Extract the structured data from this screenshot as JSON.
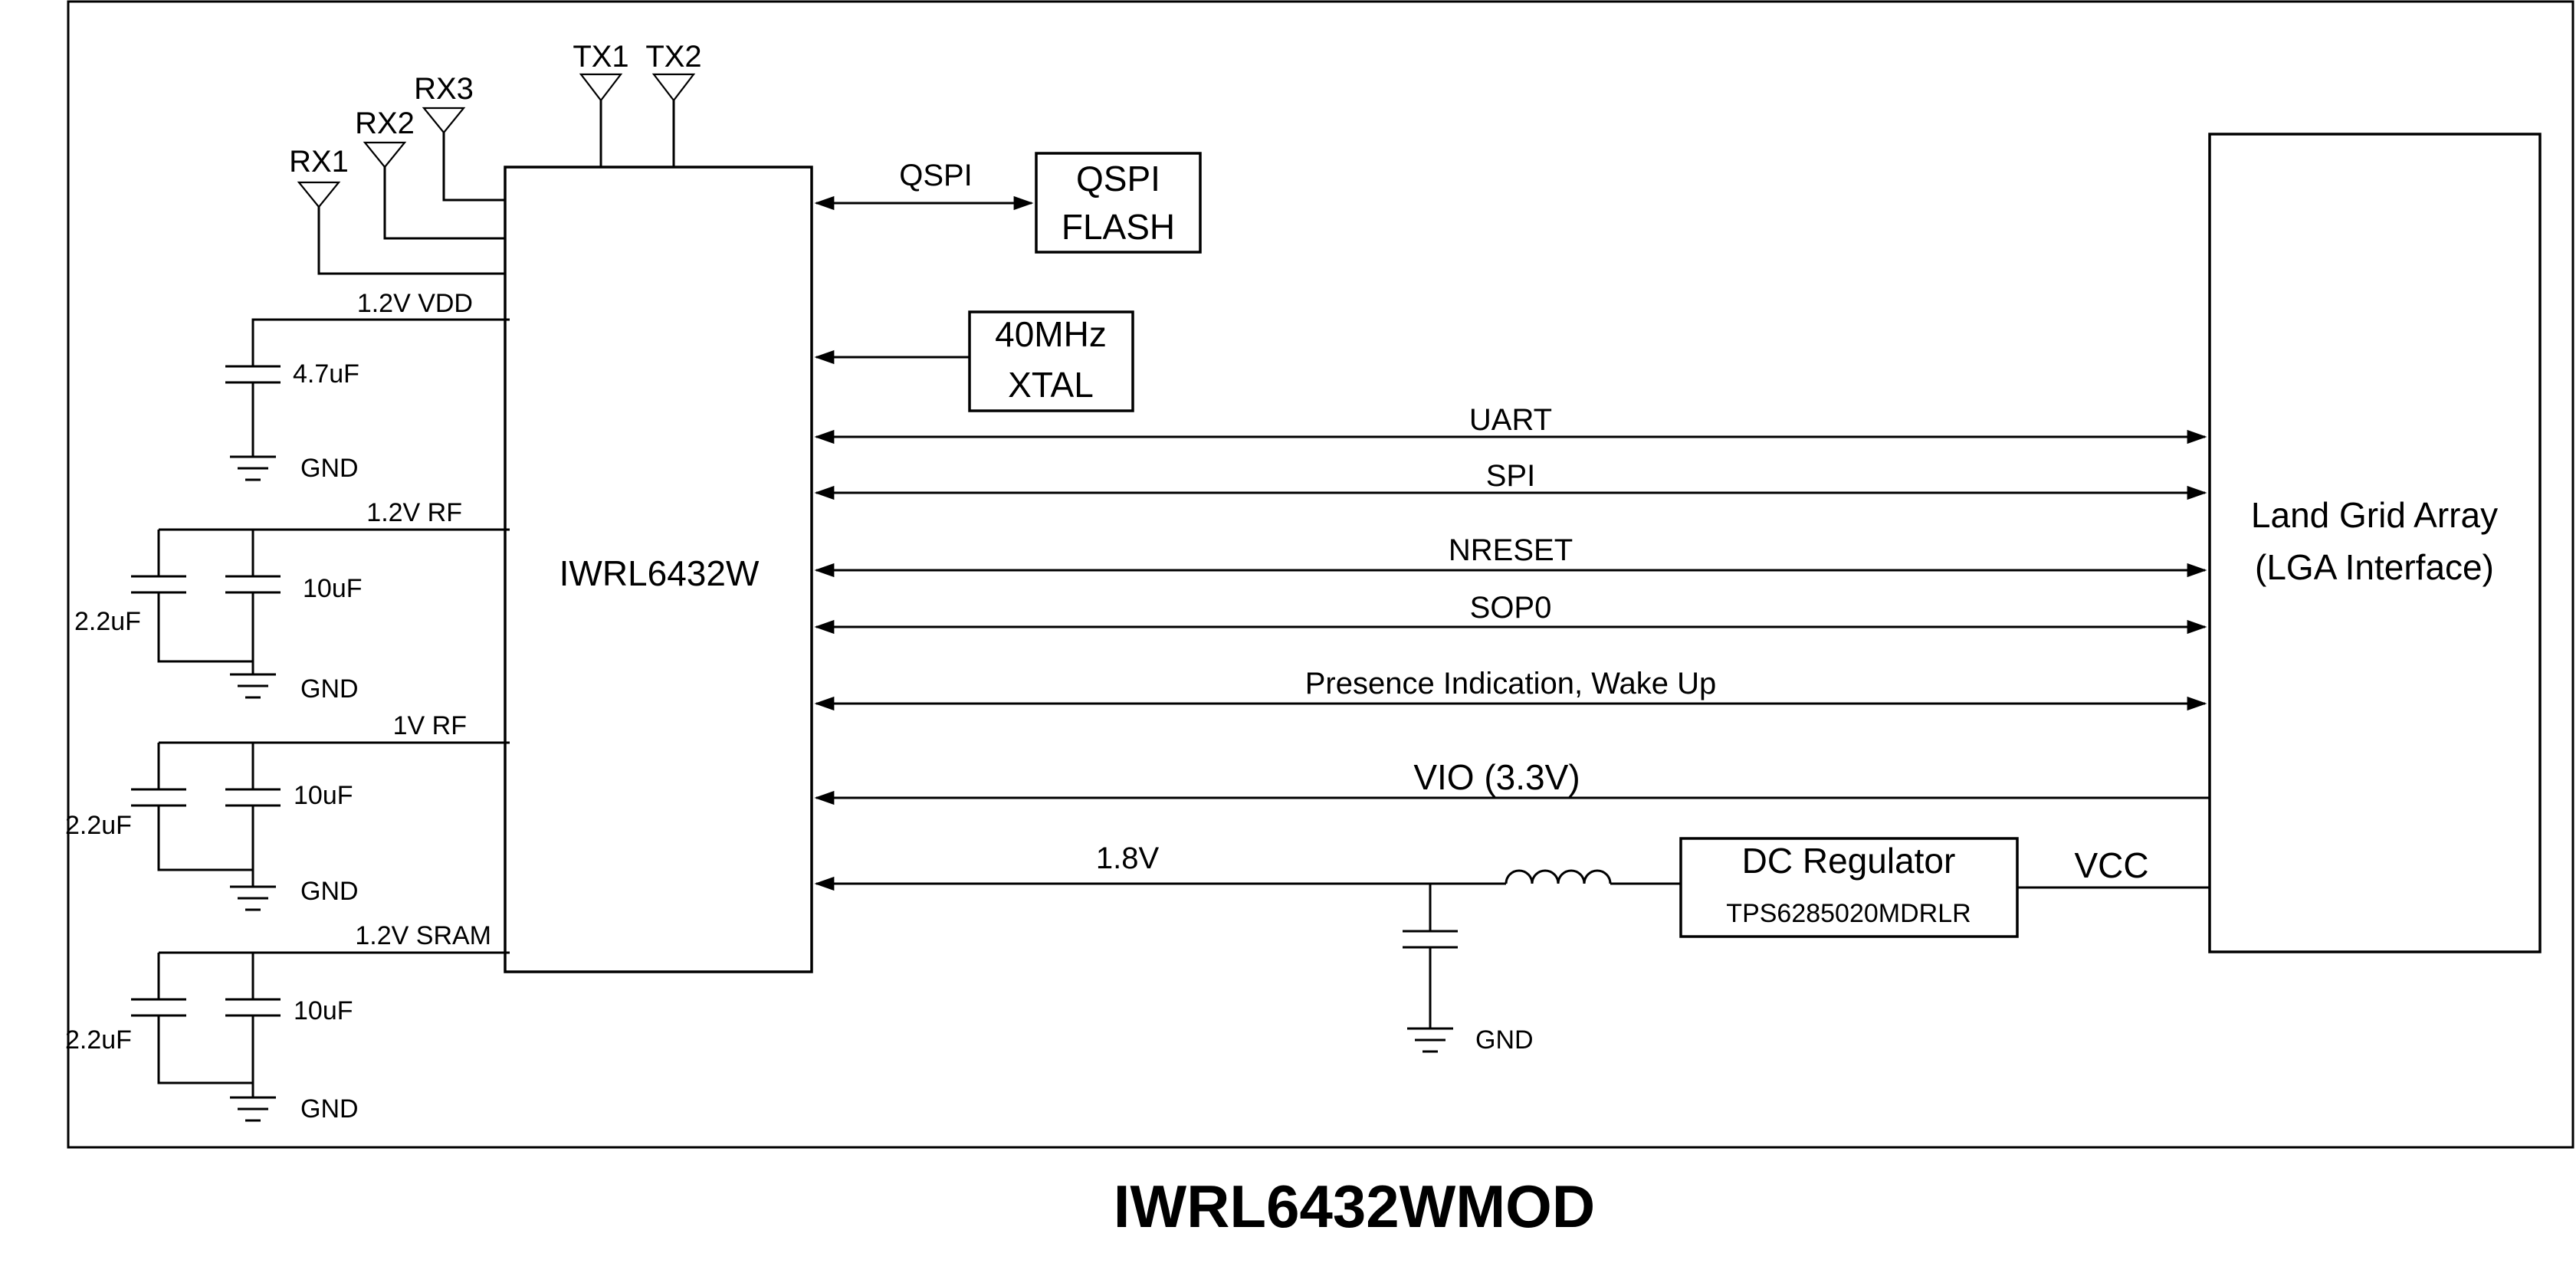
{
  "title": "IWRL6432WMOD",
  "chip": {
    "label": "IWRL6432W"
  },
  "antennas": {
    "rx1": "RX1",
    "rx2": "RX2",
    "rx3": "RX3",
    "tx1": "TX1",
    "tx2": "TX2"
  },
  "flash": {
    "link": "QSPI",
    "line1": "QSPI",
    "line2": "FLASH"
  },
  "xtal": {
    "line1": "40MHz",
    "line2": "XTAL"
  },
  "lga": {
    "line1": "Land Grid Array",
    "line2": "(LGA Interface)"
  },
  "signals": {
    "uart": "UART",
    "spi": "SPI",
    "nreset": "NRESET",
    "sop0": "SOP0",
    "presence": "Presence Indication, Wake Up",
    "vio": "VIO (3.3V)",
    "v18": "1.8V",
    "vcc": "VCC"
  },
  "regulator": {
    "name": "DC Regulator",
    "part": "TPS6285020MDRLR"
  },
  "rails": {
    "vdd": {
      "name": "1.2V VDD",
      "cap": "4.7uF",
      "gnd": "GND"
    },
    "rf12": {
      "name": "1.2V RF",
      "cap_small": "2.2uF",
      "cap_big": "10uF",
      "gnd": "GND"
    },
    "rf1": {
      "name": "1V RF",
      "cap_small": "2.2uF",
      "cap_big": "10uF",
      "gnd": "GND"
    },
    "sram": {
      "name": "1.2V SRAM",
      "cap_small": "2.2uF",
      "cap_big": "10uF",
      "gnd": "GND"
    }
  },
  "reg_gnd": "GND"
}
